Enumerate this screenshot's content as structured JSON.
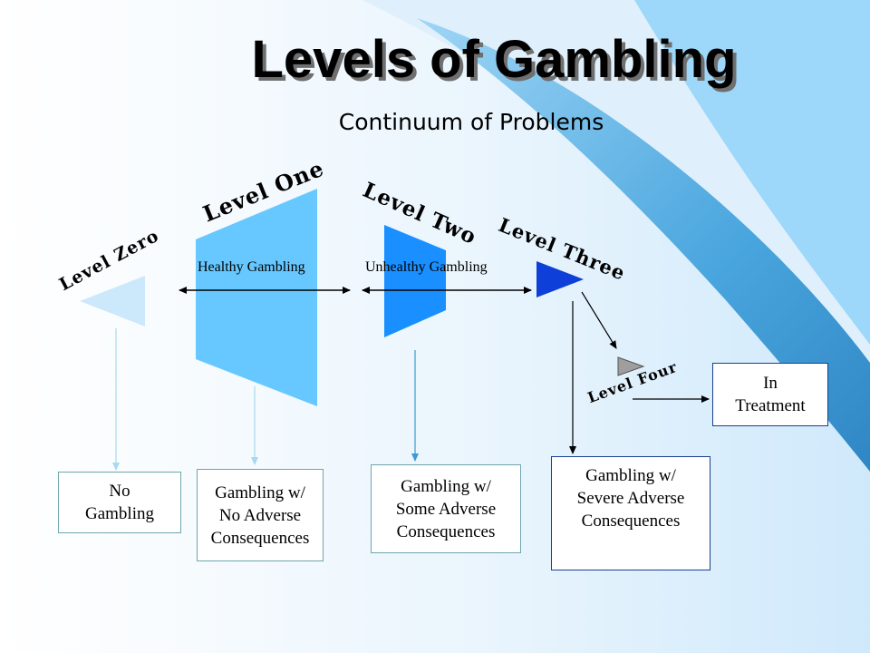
{
  "title": "Levels of Gambling",
  "subtitle": "Continuum of Problems",
  "levels": {
    "zero": "Level Zero",
    "one": "Level One",
    "two": "Level Two",
    "three": "Level Three",
    "four": "Level Four"
  },
  "ranges": {
    "healthy": "Healthy Gambling",
    "unhealthy": "Unhealthy Gambling"
  },
  "boxes": {
    "no_gambling": [
      "No",
      "Gambling"
    ],
    "no_adverse": [
      "Gambling w/",
      "No Adverse",
      "Consequences"
    ],
    "some_adverse": [
      "Gambling w/",
      "Some Adverse",
      "Consequences"
    ],
    "severe_adverse": [
      "Gambling w/",
      "Severe Adverse",
      "Consequences"
    ],
    "treatment": [
      "In",
      "Treatment"
    ]
  },
  "colors": {
    "level_zero": "#cce8fb",
    "level_one": "#66c8ff",
    "level_two": "#1a8fff",
    "level_three": "#0e3fd9",
    "level_four": "#9e9e9e",
    "background_accent": "#4aa6de"
  }
}
